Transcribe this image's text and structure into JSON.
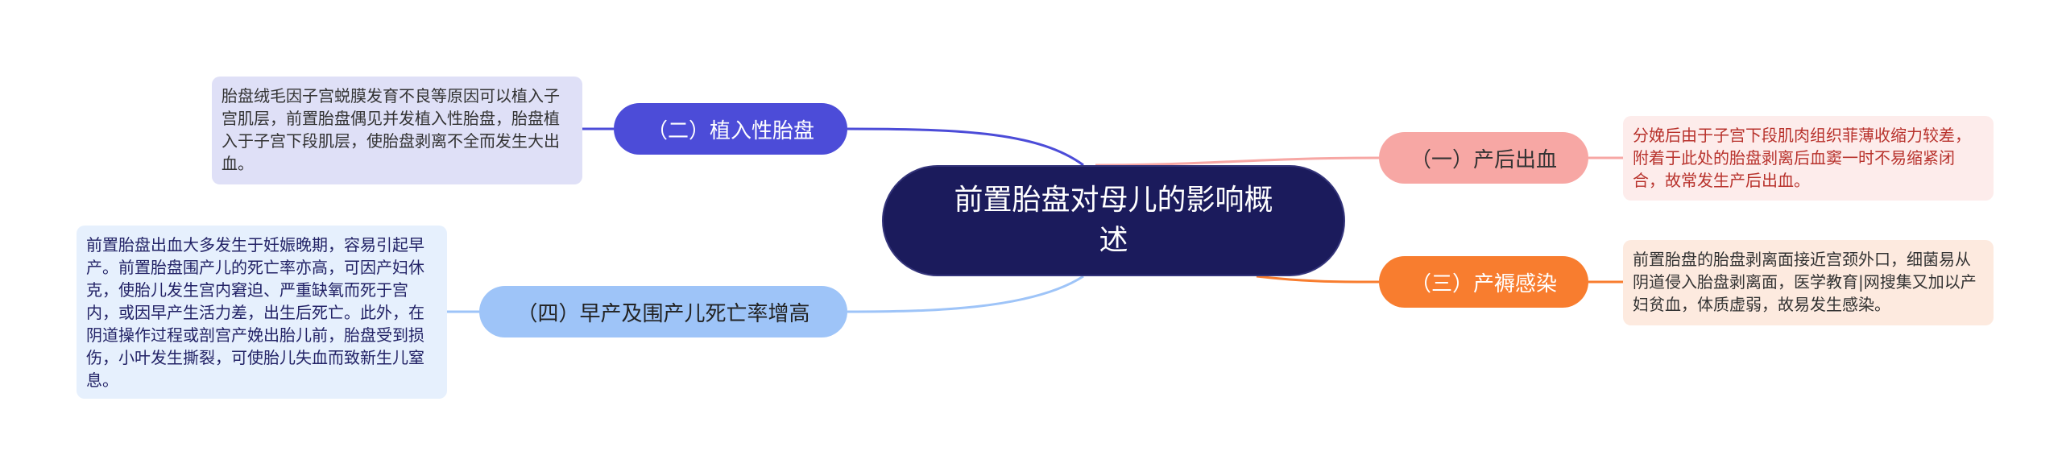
{
  "mindmap": {
    "center": "前置胎盘对母儿的影响概述",
    "branches": [
      {
        "label": "（一）产后出血",
        "note": "分娩后由于子宫下段肌肉组织菲薄收缩力较差，附着于此处的胎盘剥离后血窦一时不易缩紧闭合，故常发生产后出血。",
        "color": "#f7a7a4"
      },
      {
        "label": "（二）植入性胎盘",
        "note": "胎盘绒毛因子宫蜕膜发育不良等原因可以植入子宫肌层，前置胎盘偶见并发植入性胎盘，胎盘植入于子宫下段肌层，使胎盘剥离不全而发生大出血。",
        "color": "#4c4cd8"
      },
      {
        "label": "（三）产褥感染",
        "note": "前置胎盘的胎盘剥离面接近宫颈外口，细菌易从阴道侵入胎盘剥离面，医学教育|网搜集又加以产妇贫血，体质虚弱，故易发生感染。",
        "color": "#f87d2f"
      },
      {
        "label": "（四）早产及围产儿死亡率增高",
        "note": "前置胎盘出血大多发生于妊娠晚期，容易引起早产。前置胎盘围产儿的死亡率亦高，可因产妇休克，使胎儿发生宫内窘迫、严重缺氧而死于宫内，或因早产生活力差，出生后死亡。此外，在阴道操作过程或剖宫产娩出胎儿前，胎盘受到损伤，小叶发生撕裂，可使胎儿失血而致新生儿窒息。",
        "color": "#9ec4f8"
      }
    ]
  }
}
